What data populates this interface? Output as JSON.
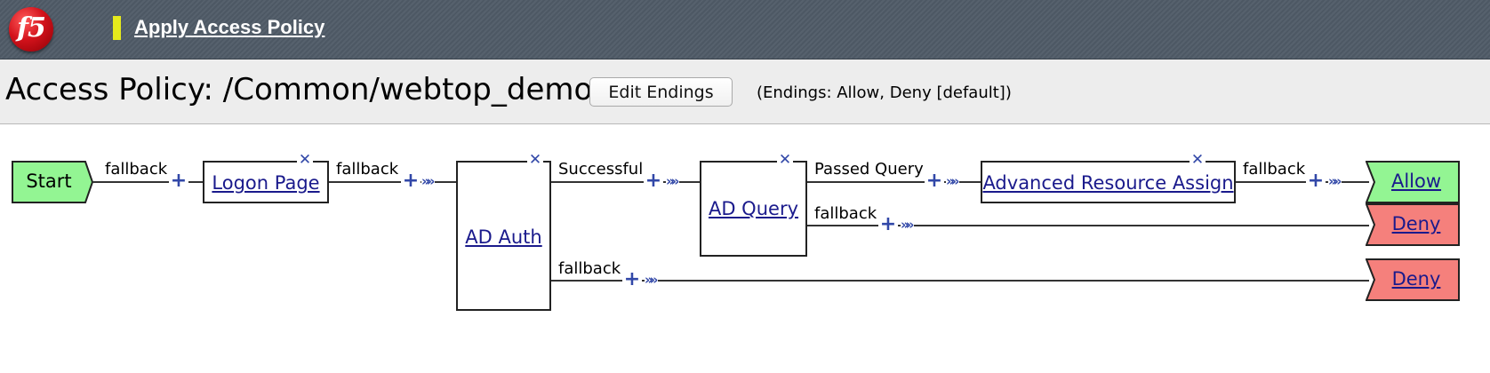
{
  "top_bar": {
    "logo_text": "f5",
    "link_label": "Apply Access Policy"
  },
  "header": {
    "title": "Access Policy: /Common/webtop_demo",
    "edit_endings_label": "Edit Endings",
    "endings_info": "(Endings: Allow, Deny [default])"
  },
  "flow": {
    "start_label": "Start",
    "nodes": {
      "logon_page": "Logon Page",
      "ad_auth": "AD Auth",
      "ad_query": "AD Query",
      "advanced_resource_assign": "Advanced Resource Assign"
    },
    "branches": {
      "start_fallback": "fallback",
      "logon_fallback": "fallback",
      "auth_successful": "Successful",
      "auth_fallback": "fallback",
      "query_passed": "Passed Query",
      "query_fallback": "fallback",
      "resource_fallback": "fallback"
    },
    "endings": {
      "allow": "Allow",
      "deny_query": "Deny",
      "deny_auth": "Deny"
    },
    "icons": {
      "add": "+",
      "delete": "✕",
      "next": "»"
    },
    "colors": {
      "start_fill": "#93f593",
      "allow_fill": "#93f593",
      "deny_fill": "#f5807c",
      "link": "#1a1a8c",
      "control": "#3248a8"
    }
  }
}
